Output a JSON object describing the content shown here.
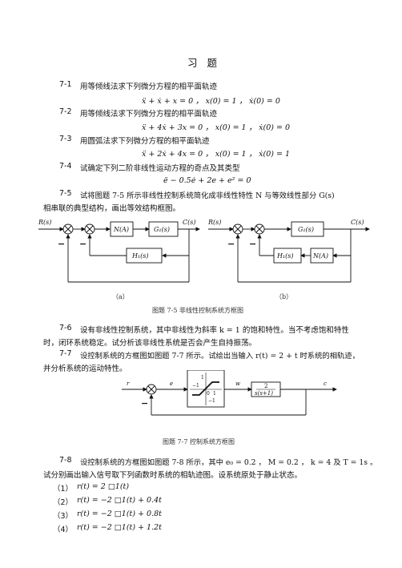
{
  "title": "习  题",
  "problems": [
    {
      "num": "7-1",
      "text": "用等倾线法求下列微分方程的相平面轨迹",
      "eq": "ẍ + ẋ + x = 0 ， x(0) = 1 ， ẋ(0) = 0"
    },
    {
      "num": "7-2",
      "text": "用等倾线法求下列微分方程的相平面轨迹",
      "eq": "ẍ + 4ẋ + 3x = 0 ， x(0) = 1 ， ẋ(0) = 0"
    },
    {
      "num": "7-3",
      "text": "用圆弧法求下列微分方程的相平面轨迹",
      "eq": "ẍ + 2ẋ + 4x = 0 ， x(0) = 1 ， ẋ(0) = 1"
    },
    {
      "num": "7-4",
      "text": "试确定下列二阶非线性运动方程的奇点及其类型",
      "eq": "ë − 0.5ė + 2e + e² = 0"
    },
    {
      "num": "7-5",
      "line1": "试将图题 7-5 所示非线性控制系统简化成非线性特性 N 与等效线性部分 G(s)",
      "line2": "相串联的典型结构，画出等效结构框图。"
    },
    {
      "num": "7-6",
      "line1": "设有非线性控制系统，其中非线性为斜率 k = 1 的饱和特性。当不考虑饱和特性",
      "line2": "时，闭环系统稳定。试分析该非线性系统是否会产生自持振荡。"
    },
    {
      "num": "7-7",
      "line1": "设控制系统的方框图如图题 7-7 所示。试绘出当输入 r(t) = 2 + t 时系统的相轨迹，",
      "line2": "并分析系统的运动特性。"
    },
    {
      "num": "7-8",
      "line1": "设控制系统的方框图如图题 7-8 所示，其中 e₀ = 0.2 ， M = 0.2 ， k = 4 及 T = 1s 。",
      "line2": "试分别画出输入信号取下列函数时系统的相轨迹图。设系统原处于静止状态。",
      "items": [
        {
          "label": "（1）",
          "expr": "r(t) = 2 □1(t)"
        },
        {
          "label": "（2）",
          "expr": "r(t) = −2 □1(t) + 0.4t"
        },
        {
          "label": "（3）",
          "expr": "r(t) = −2 □1(t) + 0.8t"
        },
        {
          "label": "（4）",
          "expr": "r(t) = −2 □1(t) + 1.2t"
        }
      ]
    }
  ],
  "fig5": {
    "a": {
      "R": "R(s)",
      "C": "C(s)",
      "N": "N(A)",
      "G1": "G₁(s)",
      "H1": "H₁(s)",
      "label": "（a）"
    },
    "b": {
      "R": "R(s)",
      "C": "C(s)",
      "G1": "G₁(s)",
      "H1": "H₁(s)",
      "N": "N(A)",
      "label": "（b）"
    },
    "caption": "图题 7-5    非线性控制系统方框图"
  },
  "fig7": {
    "r": "r",
    "e": "e",
    "w": "w",
    "c": "c",
    "num": "2",
    "den": "s(s+1)",
    "one": "1",
    "neg_one": "−1",
    "zero": "0",
    "minus1x": "−1",
    "plus1x": "1",
    "caption": "图题 7-7    控制系统方框图"
  },
  "minus": "−"
}
